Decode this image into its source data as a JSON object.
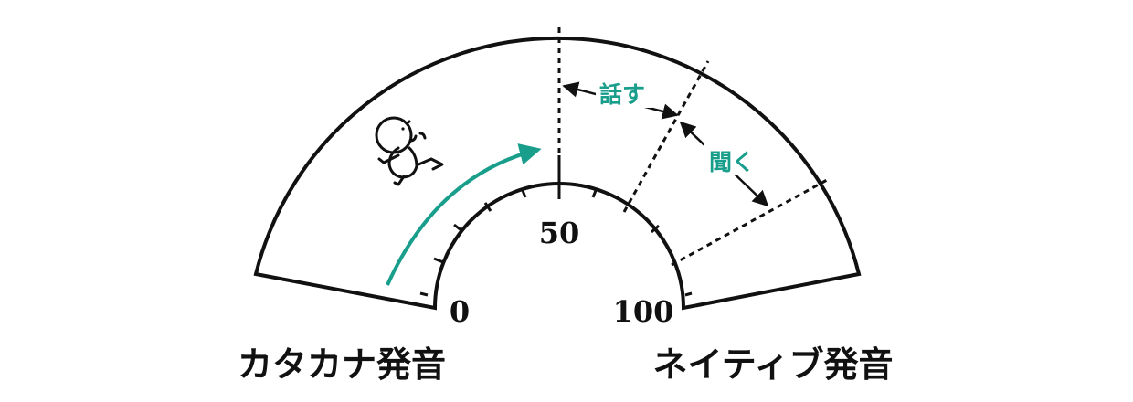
{
  "scale": {
    "min_label": "0",
    "mid_label": "50",
    "max_label": "100"
  },
  "labels": {
    "left_caption": "カタカナ発音",
    "right_caption": "ネイティブ発音",
    "speak": "話す",
    "listen": "聞く"
  },
  "colors": {
    "accent": "#1a9e8c",
    "ink": "#111111"
  },
  "icons": {
    "figure": "crawling-baby-icon"
  }
}
